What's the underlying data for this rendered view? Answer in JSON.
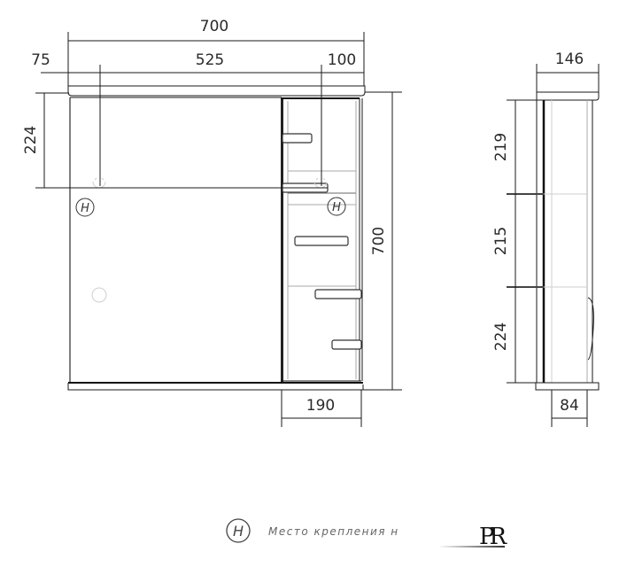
{
  "drawing": {
    "front_view": {
      "overall_width": "700",
      "offset_left": "75",
      "mount_spacing": "525",
      "offset_right": "100",
      "mount_height": "224",
      "overall_height": "700",
      "shelf_section_width": "190"
    },
    "side_view": {
      "depth": "146",
      "shelf_top": "219",
      "shelf_middle": "215",
      "shelf_bottom": "224",
      "inner_depth": "84"
    },
    "mount_symbol": "H",
    "legend": {
      "symbol": "H",
      "text": "Место крепления н"
    },
    "logo": {
      "text": "PR"
    }
  }
}
